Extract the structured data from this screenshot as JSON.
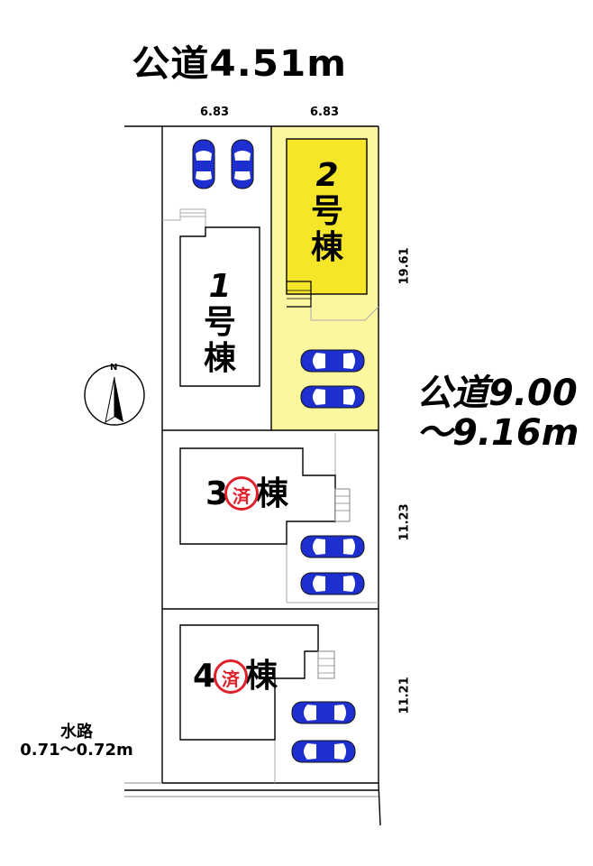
{
  "road_top": "公道4.51m",
  "road_right": [
    "公道9.00",
    "〜9.16m"
  ],
  "dims_top": [
    "6.83",
    "6.83"
  ],
  "dims_right": [
    "19.61",
    "11.23",
    "11.21"
  ],
  "waterway": [
    "水路",
    "0.71〜0.72m"
  ],
  "buildings": [
    {
      "id": "1",
      "lines": [
        "1",
        "号",
        "棟"
      ]
    },
    {
      "id": "2",
      "lines": [
        "2",
        "号",
        "棟"
      ]
    },
    {
      "id": "3",
      "left": "3",
      "right": "棟",
      "stamp": "済"
    },
    {
      "id": "4",
      "left": "4",
      "right": "棟",
      "stamp": "済"
    }
  ],
  "compass": "N",
  "colors": {
    "highlight_fill": "#fbf6a0",
    "building2_fill": "#f5e62a",
    "car": "#1e2fd0",
    "stamp": "#e0202a"
  }
}
